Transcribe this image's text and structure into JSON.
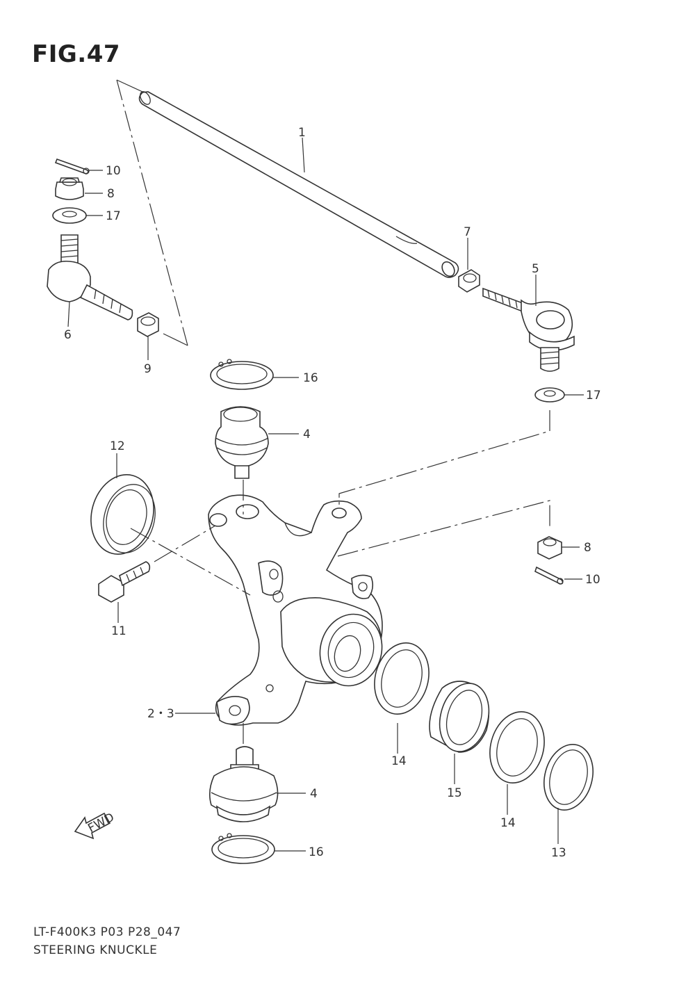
{
  "figure": {
    "title": "FIG.47",
    "code": "LT-F400K3 P03 P28_047",
    "name": "STEERING KNUCKLE",
    "fwd_label": "FWD"
  },
  "callouts": [
    "1",
    "2・3",
    "4",
    "4",
    "5",
    "6",
    "7",
    "8",
    "8",
    "9",
    "10",
    "10",
    "11",
    "12",
    "13",
    "14",
    "14",
    "15",
    "16",
    "16",
    "17",
    "17"
  ]
}
